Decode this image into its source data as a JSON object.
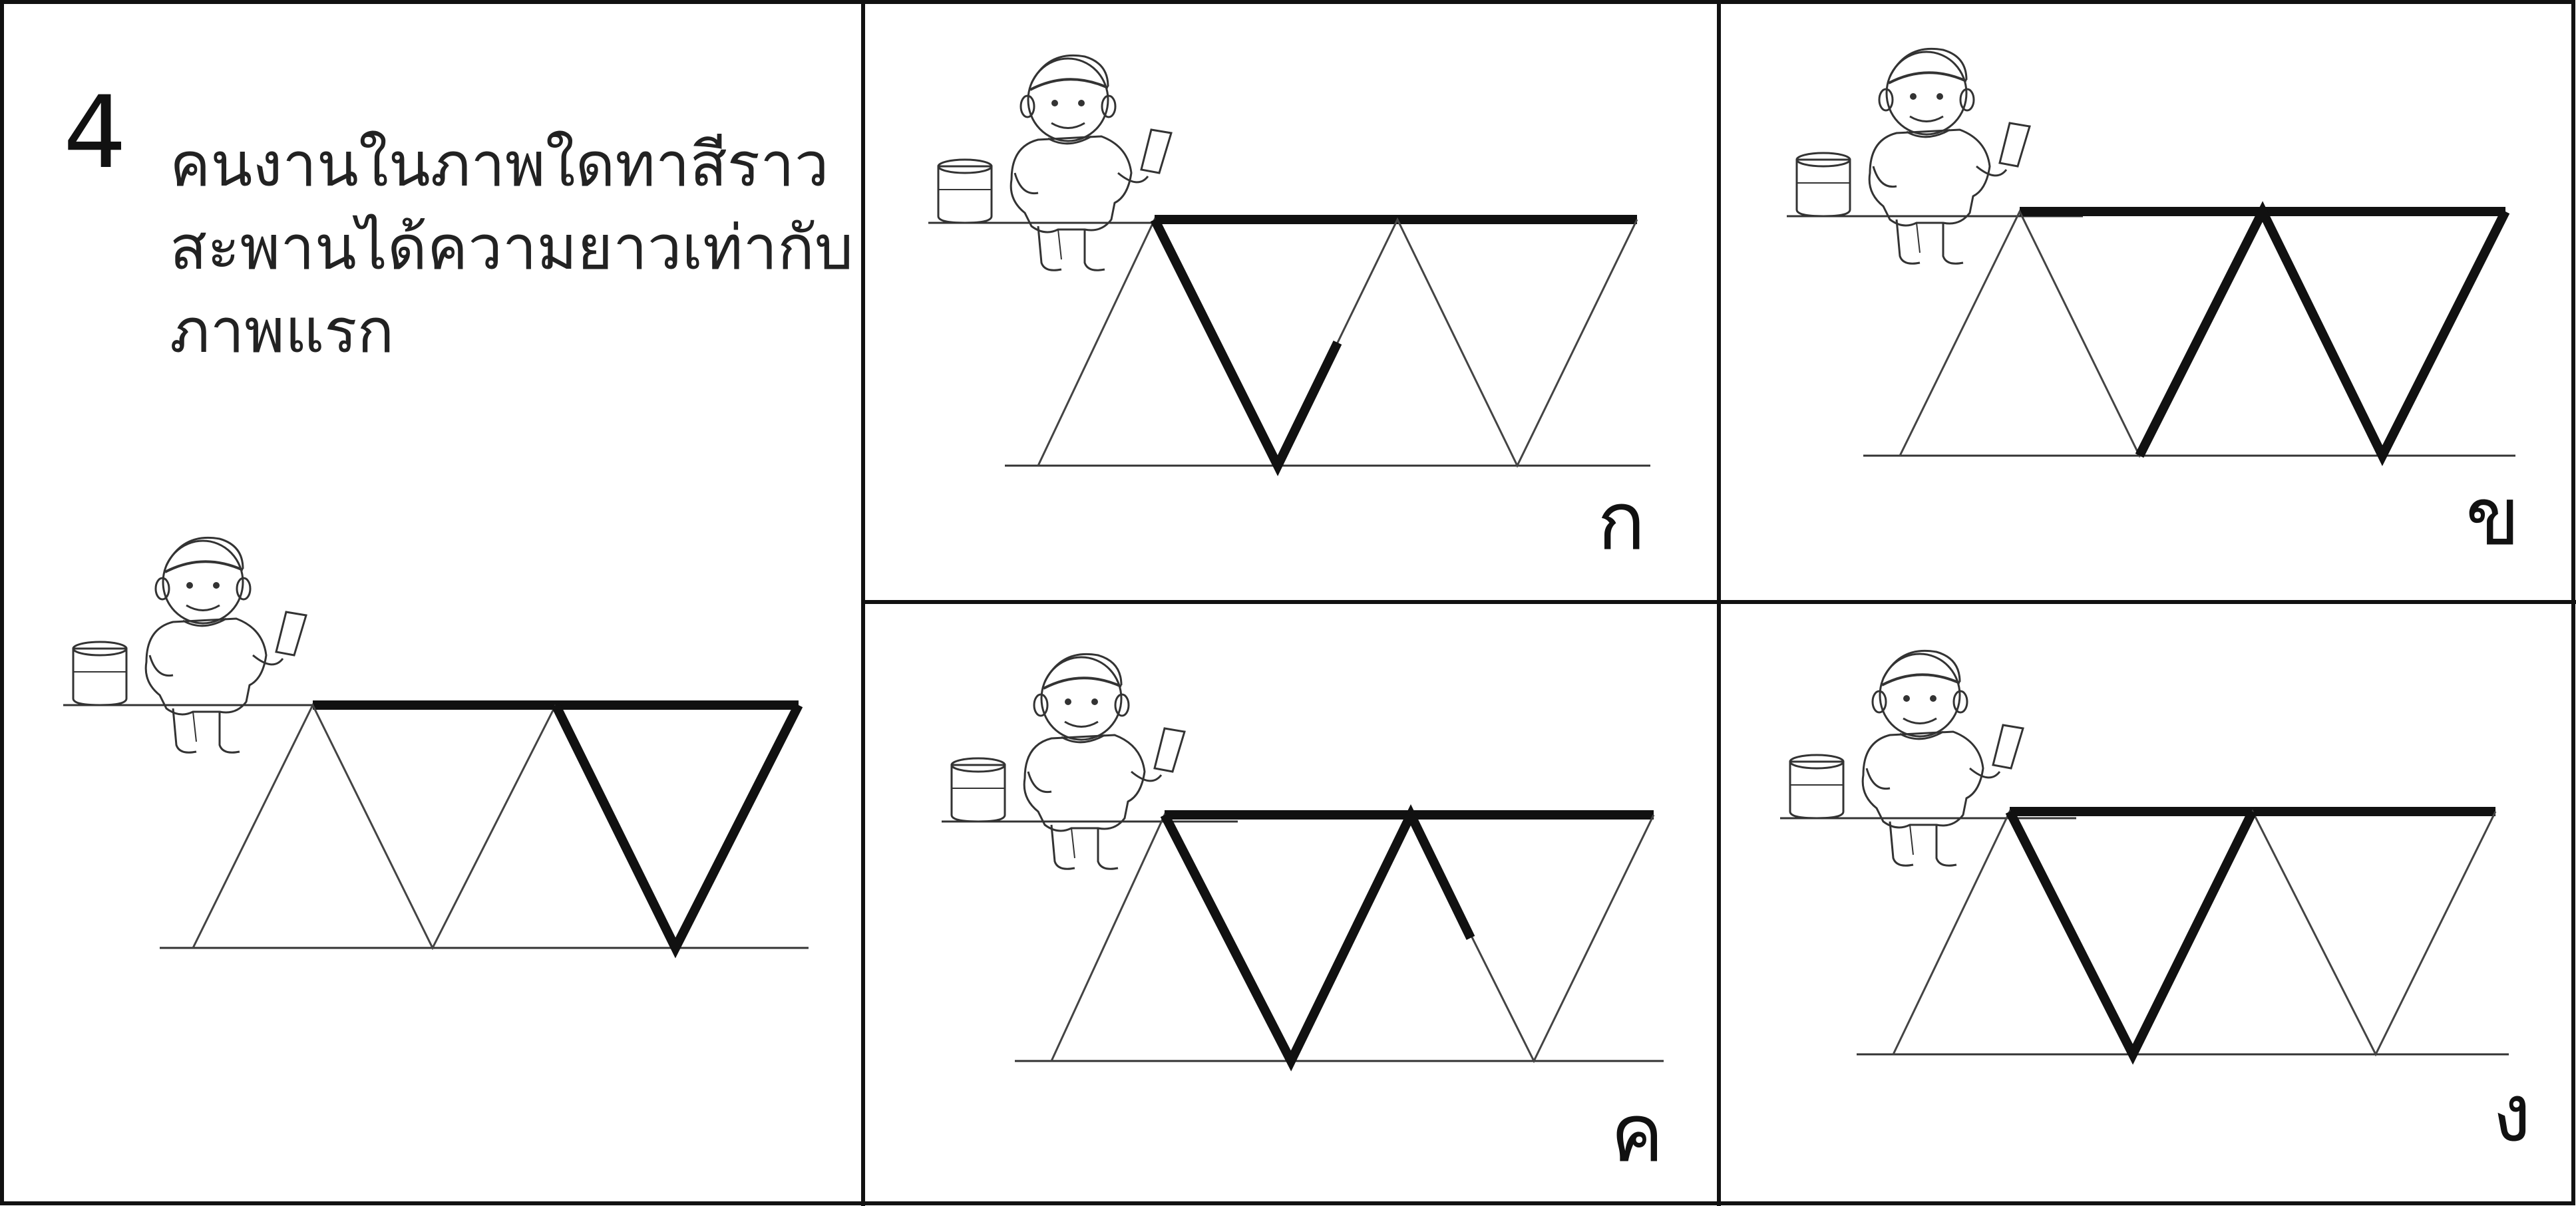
{
  "question": {
    "number": "4",
    "text_lines": [
      "คนงานในภาพใดทาสีราว",
      "สะพานได้ความยาวเท่ากับ",
      "ภาพแรก"
    ]
  },
  "choices": [
    {
      "label": "ก"
    },
    {
      "label": "ข"
    },
    {
      "label": "ค"
    },
    {
      "label": "ง"
    }
  ],
  "colors": {
    "ink": "#111111",
    "thin_line": "#555555",
    "paper": "#ffffff"
  },
  "icons": [
    "painter-boy-with-brush",
    "paint-bucket"
  ]
}
